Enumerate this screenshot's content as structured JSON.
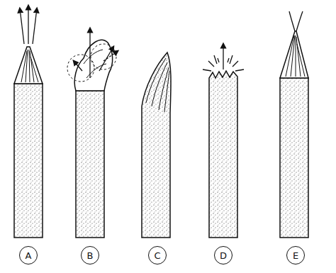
{
  "diagram": {
    "nodes": [
      {
        "text": [
          "A"
        ]
      },
      {
        "text": [
          "B"
        ]
      },
      {
        "text": [
          "C"
        ]
      },
      {
        "text": [
          "D"
        ]
      },
      {
        "text": [
          "E"
        ]
      }
    ]
  }
}
